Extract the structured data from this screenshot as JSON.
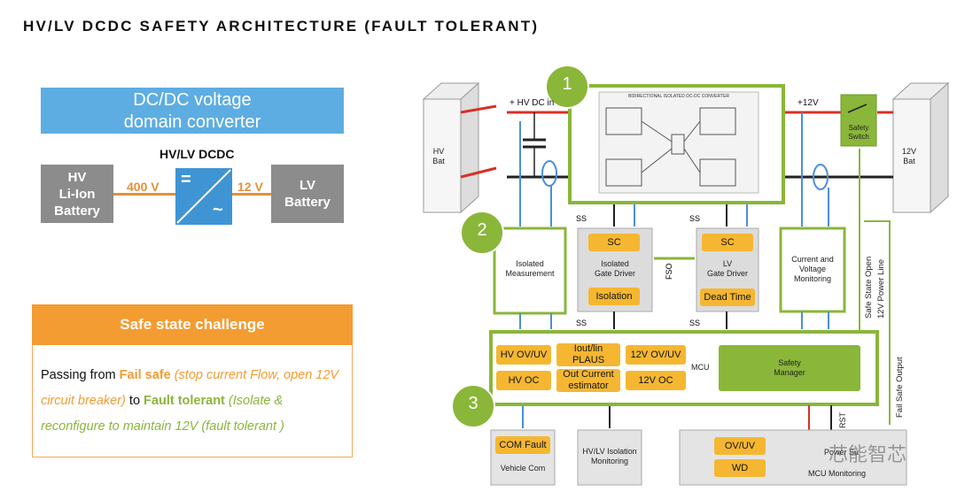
{
  "title": "HV/LV DCDC SAFETY ARCHITECTURE (FAULT TOLERANT)",
  "left": {
    "domain_box_line1": "DC/DC voltage",
    "domain_box_line2": "domain converter",
    "hvlv_label": "HV/LV DCDC",
    "hv_battery": [
      "HV",
      "Li-Ion",
      "Battery"
    ],
    "lv_battery": [
      "LV",
      "Battery"
    ],
    "v400": "400 V",
    "v12": "12 V",
    "converter_eq": "=",
    "converter_tilde": "~"
  },
  "safe_state": {
    "header": "Safe state challenge",
    "p1": "Passing from ",
    "fail_safe": "Fail safe",
    "fail_safe_detail": " (stop current Flow, open 12V circuit breaker)",
    "to": " to ",
    "fault_tolerant": "Fault tolerant",
    "fault_tolerant_detail": " (Isolate & reconfigure to maintain 12V (fault tolerant )"
  },
  "diagram": {
    "hv_bat": [
      "HV",
      "Bat"
    ],
    "lv_bat": [
      "12V",
      "Bat"
    ],
    "hv_dc_in": "+ HV DC in",
    "plus12v": "+12V",
    "safety_switch": [
      "Safety",
      "Switch"
    ],
    "converter_caption": "BIDIRECTIONAL ISOLATED DC-DC CONVERTER",
    "badges": [
      "1",
      "2",
      "3"
    ],
    "isolated_measurement": [
      "Isolated",
      "Measurement"
    ],
    "isolated_gate_driver": [
      "Isolated",
      "Gate Driver"
    ],
    "lv_gate_driver": [
      "LV",
      "Gate Driver"
    ],
    "current_voltage_monitoring": [
      "Current and",
      "Voltage",
      "Monitoring"
    ],
    "sc": "SC",
    "isolation": "Isolation",
    "dead_time": "Dead Time",
    "ss": "SS",
    "fso": "FSO",
    "mcu": "MCU",
    "hv_ovuv": "HV OV/UV",
    "hv_oc": "HV OC",
    "iout_plaus": [
      "Iout/lin",
      "PLAUS"
    ],
    "out_current_estimator": [
      "Out Current",
      "estimator"
    ],
    "v12_ovuv": "12V OV/UV",
    "v12_oc": "12V OC",
    "safety_manager": [
      "Safety",
      "Manager"
    ],
    "safe_state_open": [
      "Safe State Open",
      "12V Power Line"
    ],
    "fail_safe_output": "Fail Safe Output",
    "rst": "RST",
    "com_fault": "COM Fault",
    "vehicle_com": "Vehicle Com",
    "hvlv_isolation_monitoring": [
      "HV/LV Isolation",
      "Monitoring"
    ],
    "ovuv": "OV/UV",
    "wd": "WD",
    "power_supply": "Power Su",
    "mcu_monitoring": "MCU Monitoring",
    "watermark": "芯能智芯"
  }
}
